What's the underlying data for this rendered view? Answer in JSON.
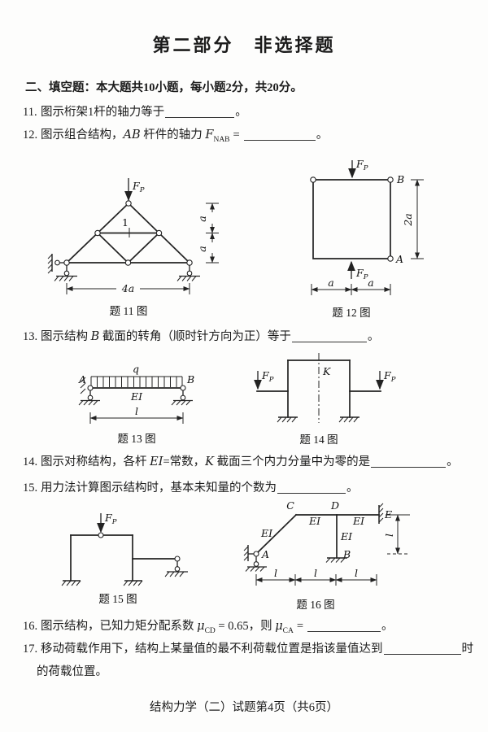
{
  "page": {
    "title": "第二部分　非选择题",
    "section": "二、填空题：本大题共10小题，每小题2分，共20分。",
    "footer": "结构力学（二）试题第4页（共6页）"
  },
  "questions": {
    "q11": {
      "num": "11.",
      "t1": "图示桁架1杆的轴力等于",
      "end": "。"
    },
    "q12": {
      "num": "12.",
      "t1": "图示组合结构，",
      "ab": "AB",
      "t2": "杆件的轴力",
      "f": "F",
      "fsub": "NAB",
      "eq": "=",
      "end": "。"
    },
    "q13": {
      "num": "13.",
      "t1": "图示结构",
      "b": "B",
      "t2": "截面的转角（顺时针方向为正）等于",
      "end": "。"
    },
    "q14": {
      "num": "14.",
      "t1": "图示对称结构，各杆",
      "ei": "EI",
      "t2": "=常数，",
      "k": "K",
      "t3": "截面三个内力分量中为零的是",
      "end": "。"
    },
    "q15": {
      "num": "15.",
      "t1": "用力法计算图示结构时，基本未知量的个数为",
      "end": "。"
    },
    "q16": {
      "num": "16.",
      "t1": "图示结构，已知力矩分配系数",
      "mu1": "μ",
      "mu1sub": "CD",
      "t2": "= 0.65，则",
      "mu2": "μ",
      "mu2sub": "CA",
      "eq": "=",
      "end": "。"
    },
    "q17": {
      "num": "17.",
      "t1": "移动荷载作用下，结构上某量值的最不利荷载位置是指该量值达到",
      "t2": "时",
      "line2": "的荷载位置。"
    }
  },
  "figures": {
    "fig11": {
      "caption": "题 11 图",
      "force": "F",
      "force_sub": "P",
      "member_label": "1",
      "dim_span": "4a",
      "dim_a1": "a",
      "dim_a2": "a"
    },
    "fig12": {
      "caption": "题 12 图",
      "force_top": "F",
      "force_top_sub": "P",
      "force_bottom": "F",
      "force_bottom_sub": "P",
      "node_b": "B",
      "node_a": "A",
      "dim_right": "2a",
      "dim_a1": "a",
      "dim_a2": "a"
    },
    "fig13": {
      "caption": "题 13 图",
      "load": "q",
      "stiffness": "EI",
      "node_a": "A",
      "node_b": "B",
      "dim": "l"
    },
    "fig14": {
      "caption": "题 14 图",
      "section_k": "K",
      "force_left": "F",
      "force_left_sub": "P",
      "force_right": "F",
      "force_right_sub": "P"
    },
    "fig15": {
      "caption": "题 15 图",
      "force": "F",
      "force_sub": "P"
    },
    "fig16": {
      "caption": "题 16 图",
      "node_a": "A",
      "node_b": "B",
      "node_c": "C",
      "node_d": "D",
      "node_e": "E",
      "ei_ac": "EI",
      "ei_cd": "EI",
      "ei_de": "EI",
      "ei_db": "EI",
      "dim_right": "l",
      "dim1": "l",
      "dim2": "l",
      "dim3": "l"
    }
  }
}
